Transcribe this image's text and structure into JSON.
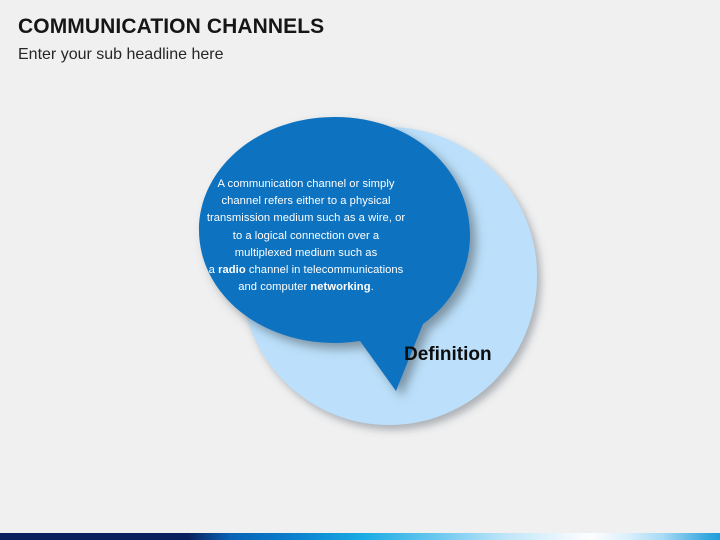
{
  "header": {
    "title": "COMMUNICATION CHANNELS",
    "subtitle": "Enter your sub headline here"
  },
  "diagram": {
    "callout_label": "Definition",
    "bubble_text_html": "A communication channel or simply<br>channel refers either to a physical<br>transmission medium such as a wire, or<br>to a logical connection over a<br>multiplexed medium such as<br>a <b>radio</b> channel in telecommunications<br>and computer <b>networking</b>.",
    "bubble_text_plain": "A communication channel or simply channel refers either to a physical transmission medium such as a wire, or to a logical connection over a multiplexed medium such as a radio channel in telecommunications and computer networking.",
    "emphasis_words": [
      "radio",
      "networking"
    ]
  },
  "colors": {
    "background": "#f0f0f0",
    "bubble_fill": "#0b72c0",
    "circle_fill": "#bce0fb",
    "title_text": "#161616",
    "subtitle_text": "#262626",
    "bubble_text": "#ffffff",
    "label_text": "#0d0d0d",
    "bar_start": "#0a1f5e",
    "bar_mid": "#17aae4",
    "bar_end": "#1f9ddb"
  }
}
